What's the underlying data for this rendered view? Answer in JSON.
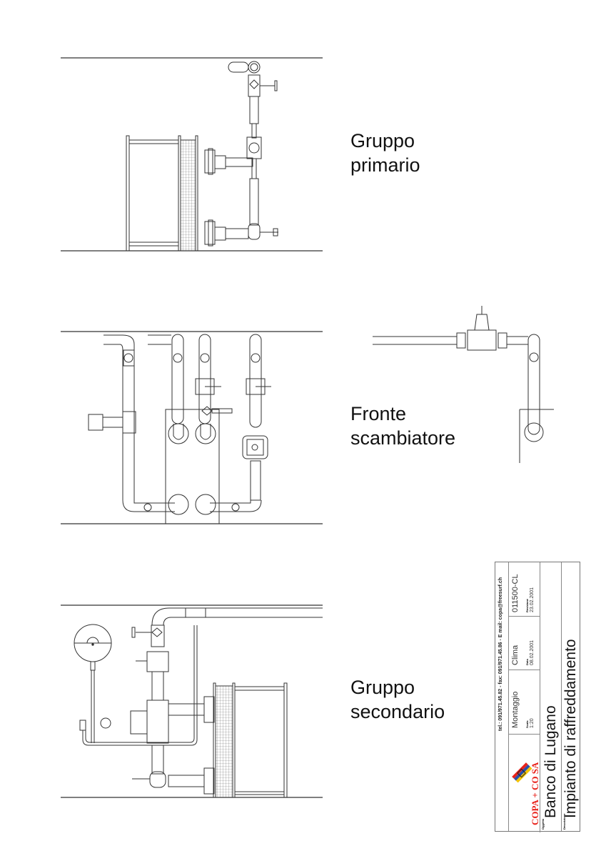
{
  "views": [
    {
      "id": "primario",
      "title_line1": "Gruppo",
      "title_line2": "primario"
    },
    {
      "id": "fronte",
      "title_line1": "Fronte",
      "title_line2": "scambiatore"
    },
    {
      "id": "secondario",
      "title_line1": "Gruppo",
      "title_line2": "secondario"
    }
  ],
  "title_block": {
    "contact": "tel.: 091/971.45.82 - fax: 091/971.45.86 - E mail: copa@freesurf.ch",
    "job_type": "Montaggio",
    "discipline": "Clima",
    "drawing_number": "011500-CL",
    "scale_label": "Scala",
    "scale_value": "1:20",
    "date_label": "Data",
    "date_value": "08.02.2001",
    "revision_label": "Revisione",
    "revision_value": "23.02.2001",
    "object_label": "Oggetto",
    "object_value": "Banco di Lugano",
    "description_label": "Descrizione",
    "description_value": "Impianto di raffreddamento",
    "company_logo_text": "COPA + CO SA"
  },
  "colors": {
    "line": "#333333",
    "logo_red": "#e8231c",
    "logo_blue": "#2b4fa8",
    "logo_yellow": "#f5c400"
  }
}
